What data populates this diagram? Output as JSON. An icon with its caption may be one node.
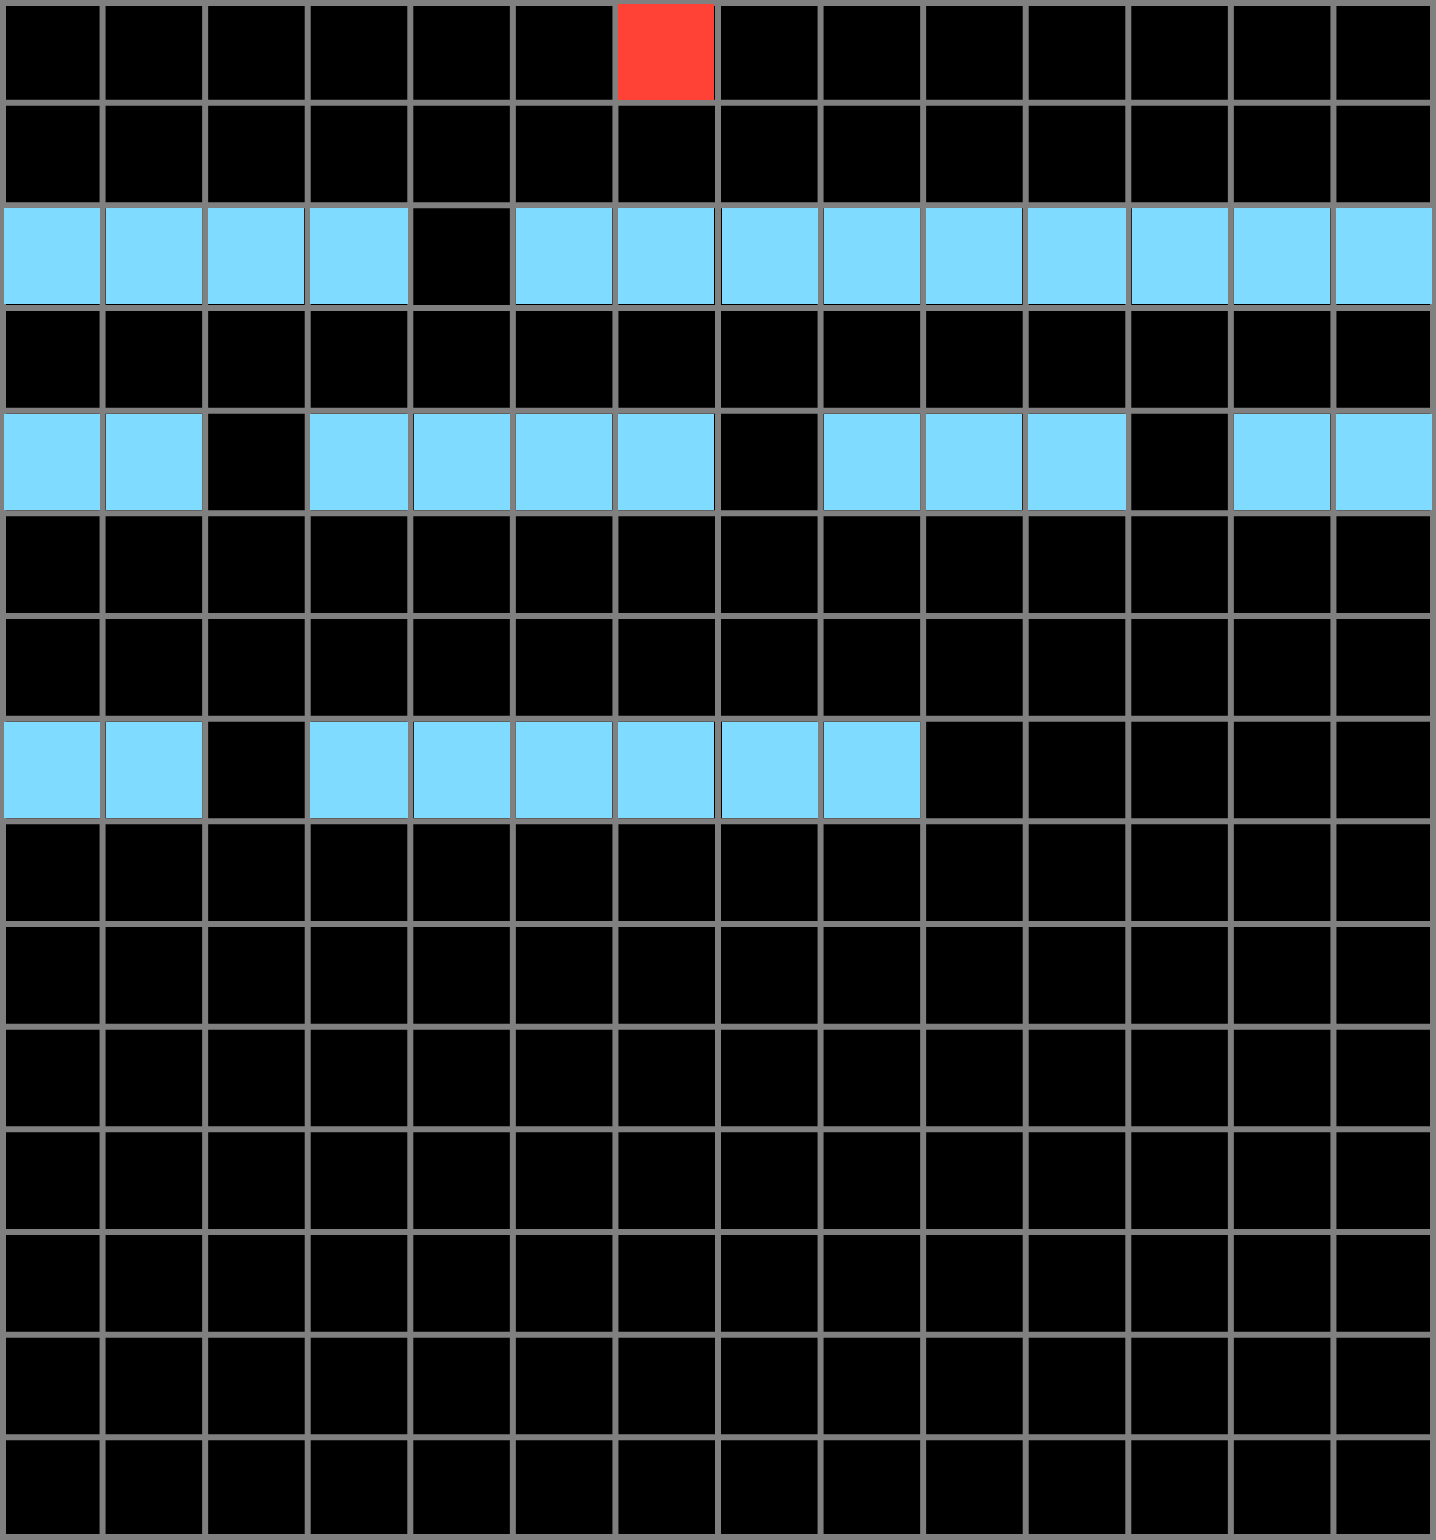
{
  "diagram": {
    "nodes": [
      {
        "text": [],
        "shape": "box"
      },
      {
        "text": [],
        "shape": "box"
      },
      {
        "text": [],
        "shape": "box"
      },
      {
        "text": [],
        "shape": "box"
      },
      {
        "text": [],
        "shape": "box"
      },
      {
        "text": [],
        "shape": "box"
      },
      {
        "text": [],
        "shape": "box"
      },
      {
        "text": [],
        "shape": "box"
      },
      {
        "text": [],
        "shape": "box"
      },
      {
        "text": [],
        "shape": "box"
      },
      {
        "text": [],
        "shape": "box"
      },
      {
        "text": [],
        "shape": "box"
      },
      {
        "text": [],
        "shape": "box"
      },
      {
        "text": [],
        "shape": "box"
      },
      {
        "text": [],
        "shape": "box"
      },
      {
        "text": [],
        "shape": "box"
      },
      {
        "text": [],
        "shape": "box"
      },
      {
        "text": [],
        "shape": "box"
      },
      {
        "text": [],
        "shape": "box"
      },
      {
        "text": [],
        "shape": "box"
      },
      {
        "text": [],
        "shape": "box"
      },
      {
        "text": [],
        "shape": "box"
      },
      {
        "text": [],
        "shape": "box"
      },
      {
        "text": [],
        "shape": "box"
      },
      {
        "text": [],
        "shape": "box"
      },
      {
        "text": [],
        "shape": "box"
      },
      {
        "text": [],
        "shape": "box"
      },
      {
        "text": [],
        "shape": "box"
      },
      {
        "text": [],
        "shape": "box"
      },
      {
        "text": [],
        "shape": "box"
      },
      {
        "text": [],
        "shape": "box"
      },
      {
        "text": [],
        "shape": "box"
      },
      {
        "text": [],
        "shape": "box"
      }
    ]
  }
}
